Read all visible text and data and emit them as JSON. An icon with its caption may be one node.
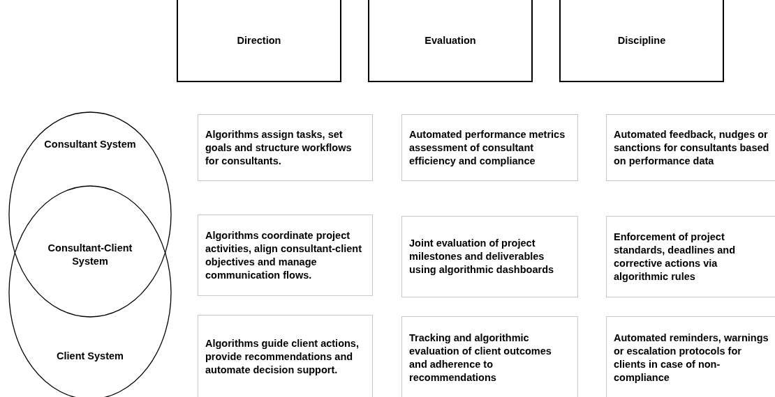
{
  "diagram": {
    "nodes": [
      {
        "text": [
          "Direction"
        ]
      },
      {
        "text": [
          "Evaluation"
        ]
      },
      {
        "text": [
          "Discipline"
        ]
      },
      {
        "text": [
          "Consultant System"
        ]
      },
      {
        "text": [
          "Client System"
        ]
      },
      {
        "text": [
          "Algorithms assign tasks, set goals and structure workflows for consultants."
        ]
      },
      {
        "text": [
          "Automated performance metrics assessment of consultant efficiency and compliance"
        ]
      },
      {
        "text": [
          "Automated feedback, nudges or sanctions for consultants based on performance data"
        ]
      },
      {
        "text": [
          "Algorithms coordinate project activities, align consultant-client objectives and manage communication flows."
        ]
      },
      {
        "text": [
          "Joint evaluation of project milestones and deliverables using algorithmic dashboards"
        ]
      },
      {
        "text": [
          "Enforcement of project standards, deadlines and corrective actions via algorithmic rules"
        ]
      },
      {
        "text": [
          "Algorithms guide client actions, provide recommendations and automate decision support."
        ]
      },
      {
        "text": [
          "Tracking and algorithmic evaluation of client outcomes and adherence to recommendations"
        ]
      },
      {
        "text": [
          "Automated reminders, warnings or escalation protocols for clients in case of non-compliance"
        ]
      }
    ],
    "labels": [
      "Consultant-Client System"
    ]
  }
}
